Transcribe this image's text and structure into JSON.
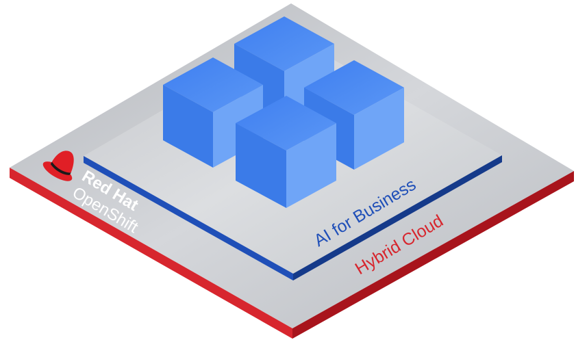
{
  "brand": {
    "line1": "Red Hat",
    "line2": "OpenShift",
    "icon": "red-hat-fedora-icon"
  },
  "layers": {
    "inner_label": "AI for Business",
    "outer_label": "Hybrid Cloud"
  },
  "colors": {
    "hybrid_cloud_red": "#d7262e",
    "ai_business_blue": "#1f4fb8",
    "cube_blue": "#4a8af2",
    "platform_gray": "#c2c5ca",
    "brand_red": "#e01f26"
  }
}
